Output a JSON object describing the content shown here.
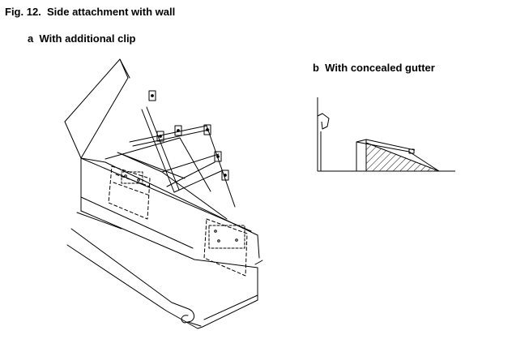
{
  "figure": {
    "title": "Fig. 12.  Side attachment with wall",
    "parts": [
      {
        "id": "a",
        "caption": "a  With additional clip"
      },
      {
        "id": "b",
        "caption": "b  With concealed gutter"
      }
    ]
  },
  "colors": {
    "ink": "#000000",
    "background": "#ffffff"
  }
}
